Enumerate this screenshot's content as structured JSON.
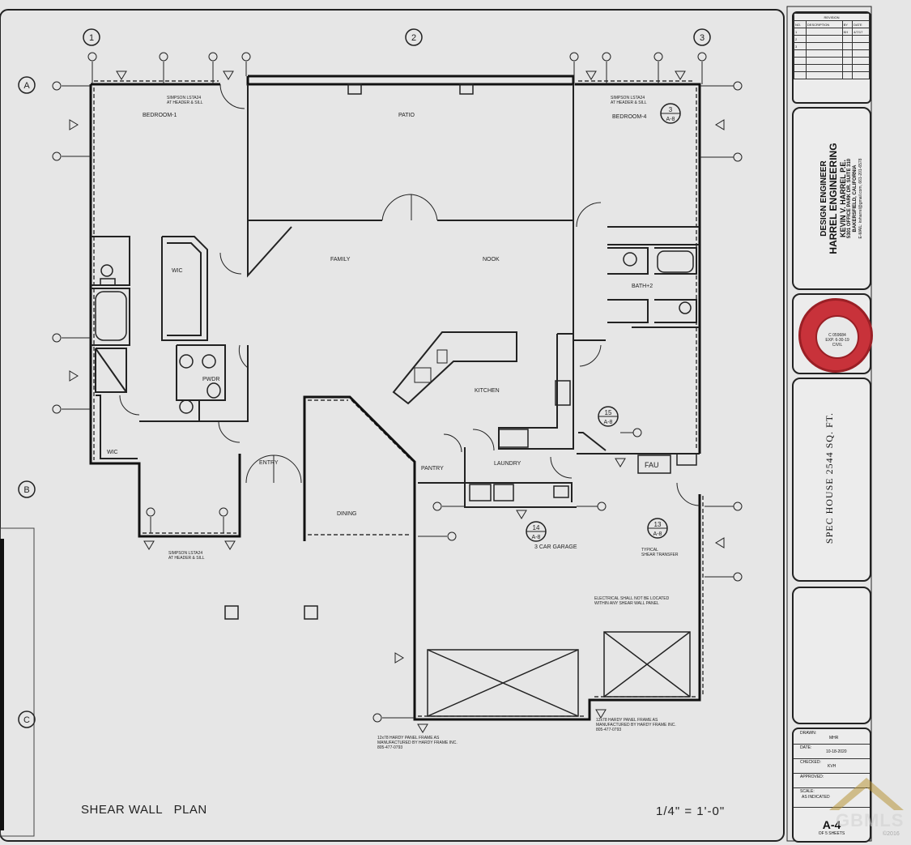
{
  "drawing": {
    "title": "SHEAR WALL   PLAN",
    "scale": "1/4\" = 1'-0\"",
    "grid_columns": [
      "1",
      "2",
      "3"
    ],
    "grid_rows": [
      "A",
      "B",
      "C"
    ],
    "rooms": {
      "bedroom1": "BEDROOM-1",
      "patio": "PATIO",
      "bedroom4": "BEDROOM-4",
      "family": "FAMILY",
      "nook": "NOOK",
      "wic1": "WIC",
      "wic2": "WIC",
      "bath2": "BATH+2",
      "pwdr": "PWDR",
      "kitchen": "KITCHEN",
      "entry": "ENTRY",
      "pantry": "PANTRY",
      "laundry": "LAUNDRY",
      "dining": "DINING",
      "fau": "FAU",
      "garage": "3 CAR GARAGE"
    },
    "notes": {
      "simpson_top_left": "SIMPSON LSTA24\nAT HEADER & SILL",
      "simpson_top_right": "SIMPSON LSTA24\nAT HEADER & SILL",
      "simpson_bottom": "SIMPSON LSTA24\nAT HEADER & SILL",
      "typical_shear": "TYPICAL\nSHEAR TRANSFER",
      "electrical": "ELECTRICAL SHALL NOT BE LOCATED\nWITHIN ANY SHEAR WALL PANEL",
      "hardy_left": "12x78 HARDY PANEL FRAME AS\nMANUFACTURED BY HARDY FRAME INC.\n805-477-0793",
      "hardy_right": "12x78 HARDY PANEL FRAME AS\nMANUFACTURED BY HARDY FRAME INC.\n805-477-0793"
    },
    "details": [
      {
        "num": "3",
        "sheet": "A-8"
      },
      {
        "num": "15",
        "sheet": "A-8"
      },
      {
        "num": "14",
        "sheet": "A-8"
      },
      {
        "num": "13",
        "sheet": "A-8"
      }
    ]
  },
  "title_block": {
    "revision_header": "REVISION",
    "revision_cols": [
      "NO.",
      "DESCRIPTION",
      "BY",
      "DATE"
    ],
    "revision_rows": [
      [
        "1",
        "",
        "KH",
        "4/7/17"
      ],
      [
        "2",
        "",
        "",
        ""
      ],
      [
        "3",
        "",
        "",
        ""
      ]
    ],
    "engineer_role": "DESIGN ENGINEER",
    "engineer_firm": "HARREL ENGINEERING",
    "engineer_name": "KEVIN V. HARREL P.E.",
    "engineer_address": "5301 OFFICE PARK DR. SUITE 310",
    "engineer_city": "BAKERSFIELD, CALIFORNIA",
    "engineer_contact": "E-MAIL: kvharrel@gmail.com, 661-201-6578",
    "seal_text": "C 059684\nEXP. 6-30-19\nCIVIL",
    "project_title": "SPEC HOUSE 2544 SQ. FT.",
    "drawn_label": "DRAWN:",
    "drawn_value": "MHR",
    "date_label": "DATE:",
    "date_value": "10-18-2020",
    "checked_label": "CHECKED:",
    "checked_value": "KVH",
    "approved_label": "APPROVED:",
    "approved_value": "",
    "scale_label": "SCALE:",
    "scale_value": "AS INDICATED",
    "sheet_number": "A-4",
    "sheet_count": "OF 5 SHEETS"
  },
  "watermark": {
    "brand": "GBMLS",
    "copyright": "©2016"
  }
}
